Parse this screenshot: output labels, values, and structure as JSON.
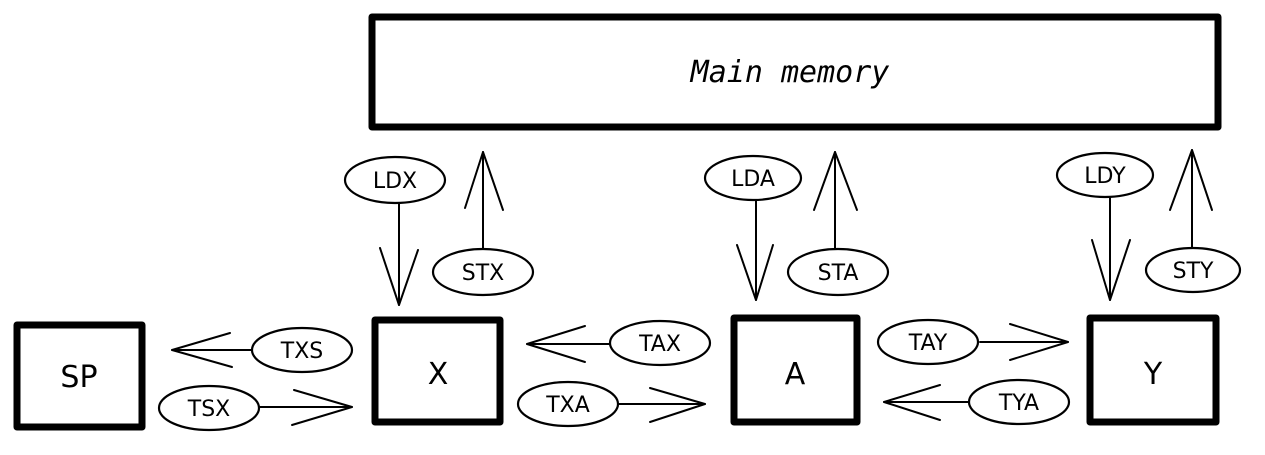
{
  "diagram": {
    "memory_label": "Main memory",
    "registers": {
      "sp": "SP",
      "x": "X",
      "a": "A",
      "y": "Y"
    },
    "operations": {
      "ldx": "LDX",
      "stx": "STX",
      "lda": "LDA",
      "sta": "STA",
      "ldy": "LDY",
      "sty": "STY",
      "txs": "TXS",
      "tsx": "TSX",
      "tax": "TAX",
      "txa": "TXA",
      "tay": "TAY",
      "tya": "TYA"
    }
  }
}
